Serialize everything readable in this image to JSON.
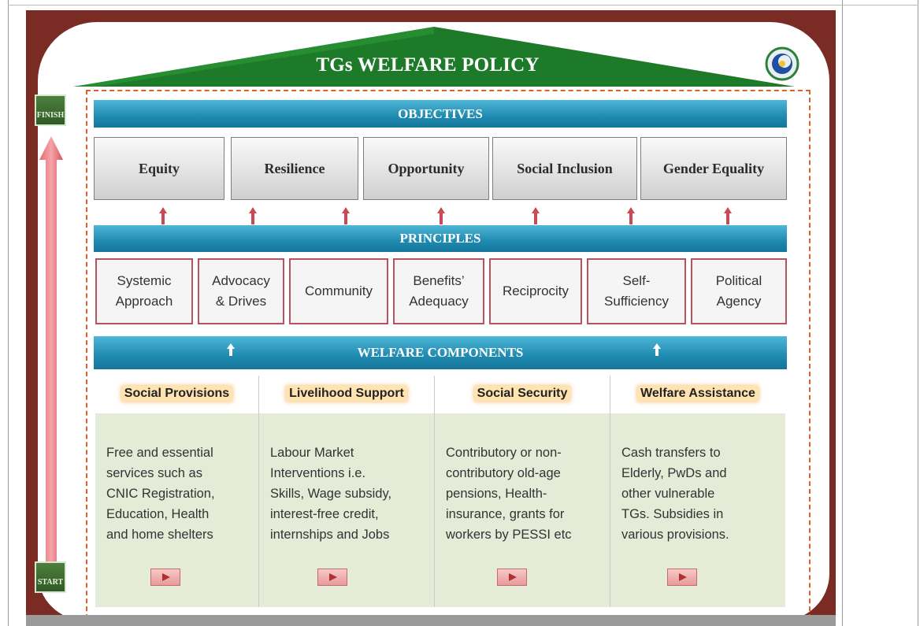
{
  "title": "TGs WELFARE POLICY",
  "logo_icon": "circular-emblem-icon",
  "colors": {
    "maroon_border": "#7a2b23",
    "roof_green": "#1f7a2a",
    "band_blue": "#1f8ab0",
    "arrow_red": "#c94a55",
    "component_body": "#e4ecd8"
  },
  "side_bar": {
    "top_icon_label": "FINISH",
    "bottom_icon_label": "START"
  },
  "objectives": {
    "heading": "OBJECTIVES",
    "items": [
      "Equity",
      "Resilience",
      "Opportunity",
      "Social Inclusion",
      "Gender Equality"
    ]
  },
  "principles": {
    "heading": "PRINCIPLES",
    "items": [
      [
        "Systemic",
        "Approach"
      ],
      [
        "Advocacy",
        "& Drives"
      ],
      [
        "Community"
      ],
      [
        "Benefits’",
        "Adequacy"
      ],
      [
        "Reciprocity"
      ],
      [
        "Self-",
        "Sufficiency"
      ],
      [
        "Political",
        "Agency"
      ]
    ]
  },
  "components": {
    "heading": "WELFARE COMPONENTS",
    "items": [
      {
        "title": "Social Provisions",
        "lines": [
          "Free and essential",
          "services such as",
          "CNIC Registration,",
          "Education, Health",
          "and home shelters"
        ]
      },
      {
        "title": "Livelihood  Support",
        "lines": [
          "Labour Market",
          "Interventions  i.e.",
          "Skills, Wage subsidy,",
          "interest-free  credit,",
          "internships and Jobs"
        ]
      },
      {
        "title": "Social Security",
        "lines": [
          "Contributory or non-",
          "contributory old-age",
          "pensions, Health-",
          "insurance, grants for",
          "workers by PESSI etc"
        ]
      },
      {
        "title": "Welfare Assistance",
        "lines": [
          "Cash transfers to",
          "Elderly, PwDs and",
          "other vulnerable",
          "TGs. Subsidies in",
          "various provisions."
        ]
      }
    ]
  }
}
